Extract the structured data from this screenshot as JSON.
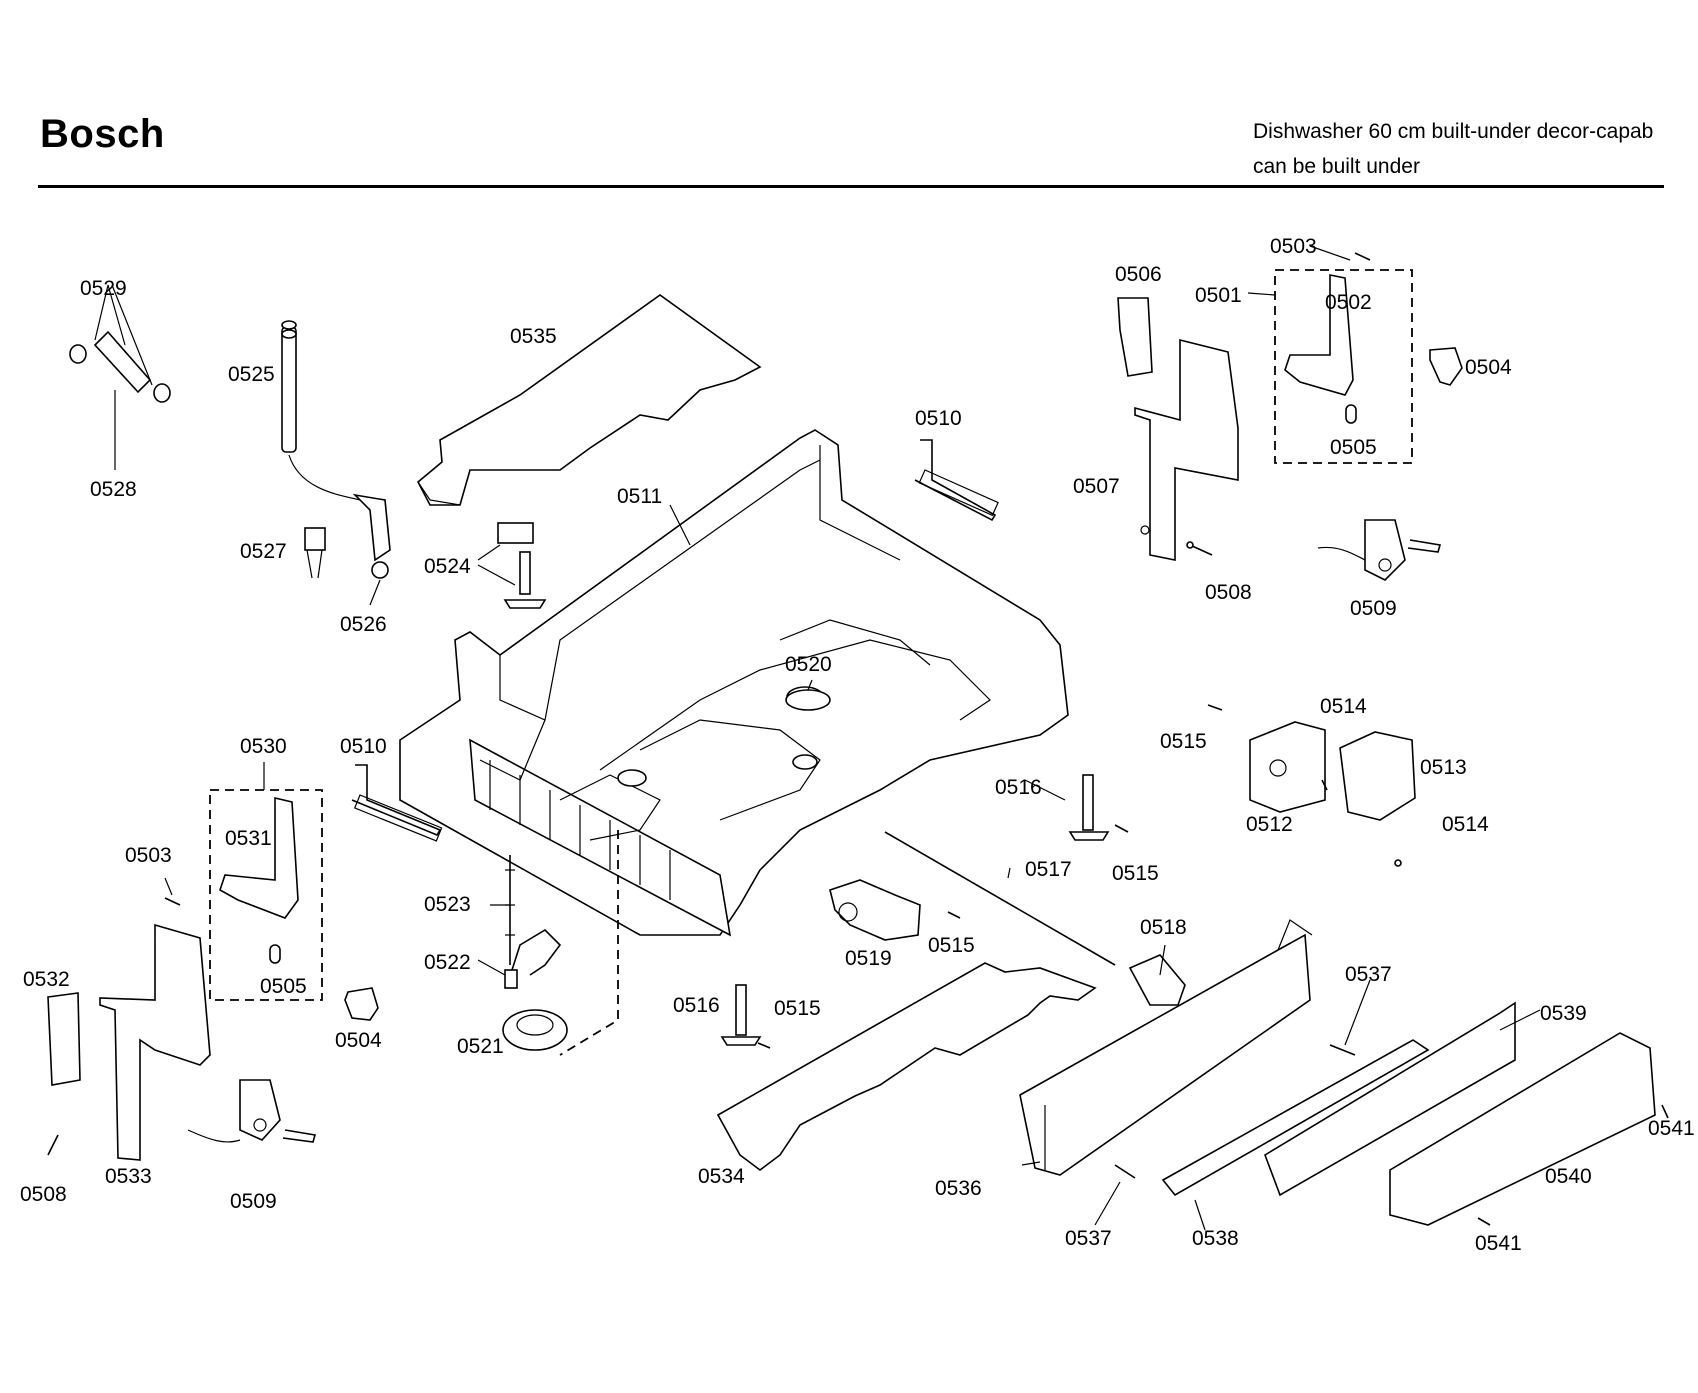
{
  "header": {
    "brand": "Bosch",
    "title_line1": "Dishwasher 60 cm built-under decor-capab",
    "title_line2": "can be built under"
  },
  "callouts": {
    "c0501": "0501",
    "c0502": "0502",
    "c0503a": "0503",
    "c0503b": "0503",
    "c0504a": "0504",
    "c0504b": "0504",
    "c0505a": "0505",
    "c0505b": "0505",
    "c0506": "0506",
    "c0507": "0507",
    "c0508a": "0508",
    "c0508b": "0508",
    "c0509a": "0509",
    "c0509b": "0509",
    "c0510a": "0510",
    "c0510b": "0510",
    "c0511": "0511",
    "c0512": "0512",
    "c0513": "0513",
    "c0514a": "0514",
    "c0514b": "0514",
    "c0515a": "0515",
    "c0515b": "0515",
    "c0515c": "0515",
    "c0515d": "0515",
    "c0516a": "0516",
    "c0516b": "0516",
    "c0517": "0517",
    "c0518": "0518",
    "c0519": "0519",
    "c0520": "0520",
    "c0521": "0521",
    "c0522": "0522",
    "c0523": "0523",
    "c0524": "0524",
    "c0525": "0525",
    "c0526": "0526",
    "c0527": "0527",
    "c0528": "0528",
    "c0529": "0529",
    "c0530": "0530",
    "c0531": "0531",
    "c0532": "0532",
    "c0533": "0533",
    "c0534": "0534",
    "c0535": "0535",
    "c0536": "0536",
    "c0537a": "0537",
    "c0537b": "0537",
    "c0538": "0538",
    "c0539": "0539",
    "c0540": "0540",
    "c0541a": "0541",
    "c0541b": "0541"
  }
}
